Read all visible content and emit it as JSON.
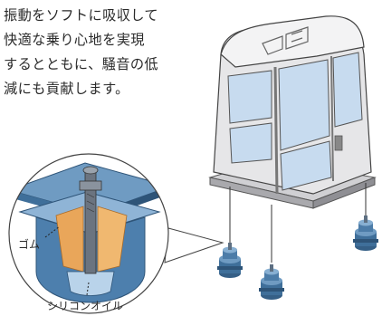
{
  "description_lines": [
    "振動をソフトに吸収して",
    "快適な乗り心地を実現",
    "するとともに、騒音の低",
    "減にも貢献します。"
  ],
  "callouts": {
    "rubber": "ゴム",
    "silicone_oil": "シリコンオイル"
  },
  "colors": {
    "cab_body": "#e6e6e8",
    "window_glass": "#c7dbef",
    "mount_blue": "#3f6f9a",
    "rubber_orange": "#e9a65a",
    "inset_background": "#cfe0ee"
  }
}
